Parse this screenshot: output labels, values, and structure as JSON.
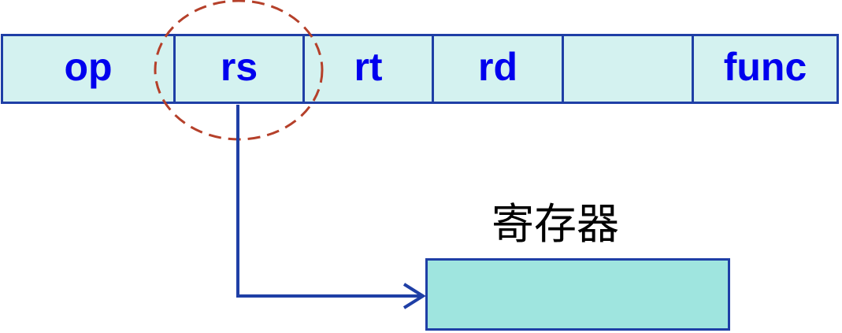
{
  "instruction_fields": [
    {
      "id": "op",
      "label": "op"
    },
    {
      "id": "rs",
      "label": "rs"
    },
    {
      "id": "rt",
      "label": "rt"
    },
    {
      "id": "rd",
      "label": "rd"
    },
    {
      "id": "shamt",
      "label": ""
    },
    {
      "id": "func",
      "label": "func"
    }
  ],
  "register": {
    "label": "寄存器"
  },
  "colors": {
    "field_fill": "#d4f2f0",
    "field_border": "#1f3fa6",
    "field_text": "#0000ee",
    "register_fill": "#9fe5df",
    "highlight_circle": "#b5402a",
    "arrow": "#1f3fa6"
  }
}
